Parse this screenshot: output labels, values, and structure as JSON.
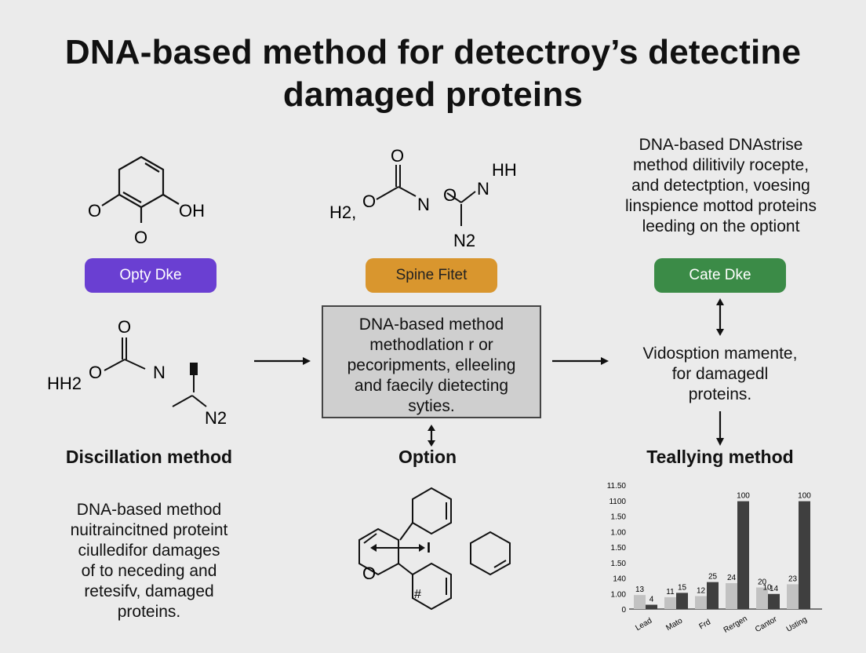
{
  "title": {
    "line1": "DNA-based method for detectroy’s detectine",
    "line2": "damaged proteins"
  },
  "pills": {
    "left": {
      "label": "Opty Dke",
      "color": "#6a3fd2"
    },
    "middle": {
      "label": "Spine Fitet",
      "color": "#d9962e"
    },
    "right": {
      "label": "Cate Dke",
      "color": "#3b8b47"
    }
  },
  "top_right_text": {
    "lines": [
      "DNA-based DNAstrise",
      "method dilitivily rocepte,",
      "and detectption, voesing",
      "linspience mottod proteins",
      "leeding on the optiont"
    ]
  },
  "center_box": {
    "lines": [
      "DNA-based method",
      "methodlation r or",
      "pecoripments, elleeling",
      "and faecily dietecting",
      "syties."
    ]
  },
  "right_mid_text": {
    "lines": [
      "Vidosption mamente,",
      "for damagedl",
      "proteins."
    ]
  },
  "headings": {
    "left": "Discillation method",
    "middle": "Option",
    "right": "Teallying method"
  },
  "bottom_left_text": {
    "lines": [
      "DNA-based method",
      "nuitraincitned proteint",
      "ciulledifor damages",
      "of to neceding and",
      "retesifv, damaged",
      "proteins."
    ]
  },
  "molecule_labels": {
    "m1_o_left": "O",
    "m1_oh": "OH",
    "m1_o_bottom": "O",
    "m2_o_top": "O",
    "m2_h2": "H2,",
    "m2_o": "O",
    "m2_n": "N",
    "m2_o2": "O",
    "m2_hh": "HH",
    "m2_n2": "N",
    "m2_n2_bottom": "N2",
    "m3_o_top": "O",
    "m3_h2": "HH2",
    "m3_o": "O",
    "m3_n": "N",
    "m3_n2": "N2",
    "m4_arrow_label": "I",
    "m4_o": "O",
    "m4_hash": "#"
  },
  "chart_data": {
    "type": "bar",
    "y_tick_labels": [
      "11.50",
      "1100",
      "1.50",
      "1.00",
      "1.50",
      "1.50",
      "140",
      "1.00",
      "0"
    ],
    "categories": [
      "Lead",
      "Mato",
      "Frd",
      "Rergen",
      "Cantor",
      "Usting"
    ],
    "series": [
      {
        "values": [
          13,
          11,
          12,
          24,
          20,
          23
        ],
        "color": "#c2c2c2"
      },
      {
        "values": [
          4,
          15,
          25,
          100,
          14,
          100
        ],
        "color": "#3f3f3f"
      }
    ],
    "extra_label": "10",
    "ylim": [
      0,
      115
    ]
  }
}
